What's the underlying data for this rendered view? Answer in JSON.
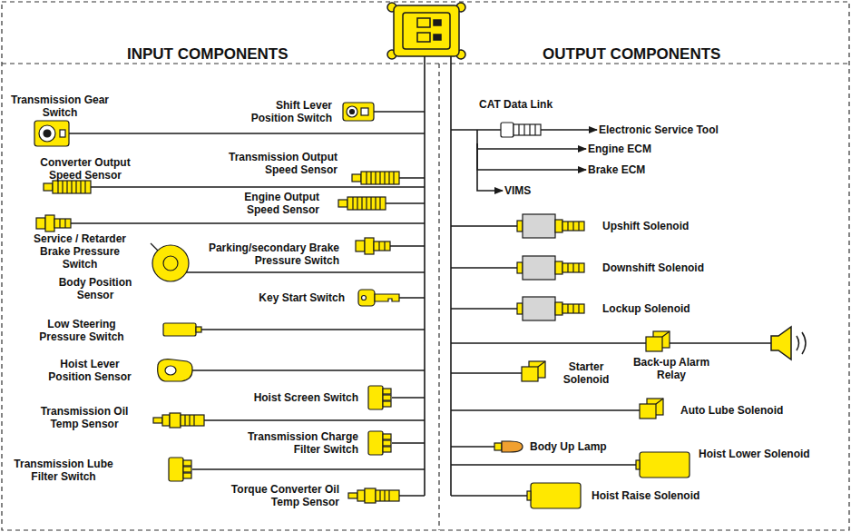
{
  "diagram": {
    "nodes": [
      {
        "text": [
          "Shift Lever Position Switch"
        ]
      },
      {
        "text": [
          "Transmission Gear Switch"
        ]
      },
      {
        "text": [
          "Transmission Output Speed Sensor"
        ]
      },
      {
        "text": [
          "Converter Output Speed Sensor"
        ]
      },
      {
        "text": [
          "Engine Output Speed Sensor"
        ]
      },
      {
        "text": [
          "Service / Retarder Brake Pressure Switch"
        ]
      },
      {
        "text": [
          "Parking/secondary Brake Pressure Switch"
        ]
      },
      {
        "text": [
          "Body Position Sensor"
        ]
      },
      {
        "text": [
          "Key Start Switch"
        ]
      },
      {
        "text": [
          "Low Steering Pressure Switch"
        ]
      },
      {
        "text": [
          "Hoist Lever Position Sensor"
        ]
      },
      {
        "text": [
          "Hoist Screen Switch"
        ]
      },
      {
        "text": [
          "Transmission Oil Temp Sensor"
        ]
      },
      {
        "text": [
          "Transmission Charge Filter Switch"
        ]
      },
      {
        "text": [
          "Transmission Lube Filter Switch"
        ]
      },
      {
        "text": [
          "Torque Converter Oil Temp Sensor"
        ]
      },
      {
        "text": [
          "CAT Data Link"
        ]
      },
      {
        "text": [
          "Electronic Service Tool"
        ]
      },
      {
        "text": [
          "Engine ECM"
        ]
      },
      {
        "text": [
          "Brake ECM"
        ]
      },
      {
        "text": [
          "VIMS"
        ]
      },
      {
        "text": [
          "Upshift Solenoid"
        ]
      },
      {
        "text": [
          "Downshift Solenoid"
        ]
      },
      {
        "text": [
          "Lockup Solenoid"
        ]
      },
      {
        "text": [
          "Back-up Alarm Relay"
        ]
      },
      {
        "text": [
          "Starter Solenoid"
        ]
      },
      {
        "text": [
          "Auto Lube Solenoid"
        ]
      },
      {
        "text": [
          "Body Up Lamp"
        ]
      },
      {
        "text": [
          "Hoist Lower Solenoid"
        ]
      },
      {
        "text": [
          "Hoist Raise Solenoid"
        ]
      }
    ],
    "edges": [
      {
        "from": 16,
        "to": 17,
        "arrow": "to"
      },
      {
        "from": 16,
        "to": 18,
        "arrow": "to"
      },
      {
        "from": 16,
        "to": 19,
        "arrow": "to"
      },
      {
        "from": 16,
        "to": 20,
        "arrow": "to"
      }
    ],
    "labels": [
      "INPUT COMPONENTS",
      "OUTPUT COMPONENTS"
    ]
  }
}
